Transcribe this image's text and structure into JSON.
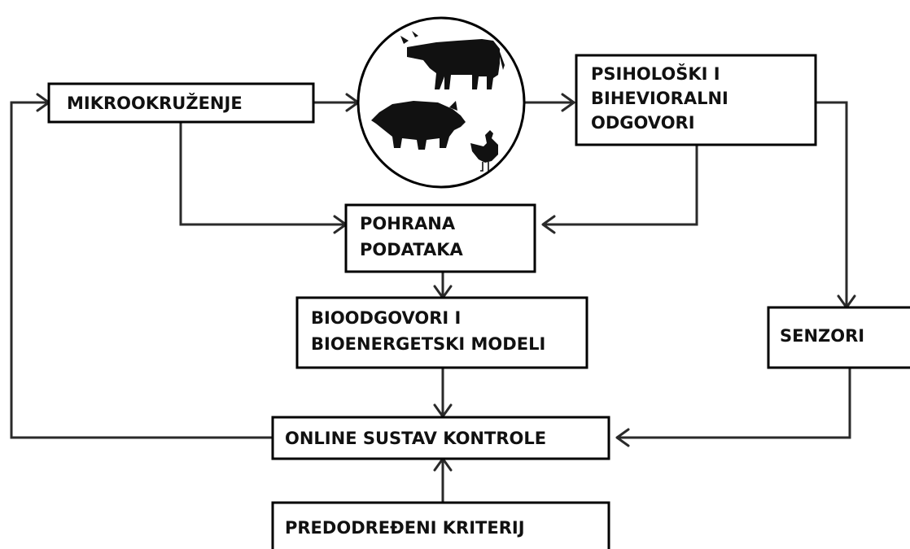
{
  "nodes": {
    "mikrookruzenje": {
      "lines": [
        "MIKROOKRUŽENJE"
      ]
    },
    "animals": {
      "icons": [
        "cow-icon",
        "pig-icon",
        "chicken-icon"
      ]
    },
    "psiholoski": {
      "lines": [
        "PSIHOLOŠKI I",
        "BIHEVIORALNI",
        "ODGOVORI"
      ]
    },
    "pohrana": {
      "lines": [
        "POHRANA",
        "PODATAKA"
      ]
    },
    "bioodgovori": {
      "lines": [
        "BIOODGOVORI I",
        "BIOENERGETSKI MODELI"
      ]
    },
    "senzori": {
      "lines": [
        "SENZORI"
      ]
    },
    "online": {
      "lines": [
        "ONLINE SUSTAV KONTROLE"
      ]
    },
    "predodredeni": {
      "lines": [
        "PREDODREĐENI KRITERIJ"
      ]
    }
  },
  "edges": [
    {
      "from": "mikrookruzenje",
      "to": "animals"
    },
    {
      "from": "animals",
      "to": "psiholoski"
    },
    {
      "from": "mikrookruzenje",
      "to": "pohrana"
    },
    {
      "from": "psiholoski",
      "to": "pohrana"
    },
    {
      "from": "psiholoski",
      "to": "senzori"
    },
    {
      "from": "pohrana",
      "to": "bioodgovori"
    },
    {
      "from": "bioodgovori",
      "to": "online"
    },
    {
      "from": "senzori",
      "to": "online"
    },
    {
      "from": "predodredeni",
      "to": "online"
    },
    {
      "from": "online",
      "to": "mikrookruzenje"
    }
  ],
  "colors": {
    "line": "#2a2a2a",
    "text": "#111111",
    "box": "#000000"
  }
}
